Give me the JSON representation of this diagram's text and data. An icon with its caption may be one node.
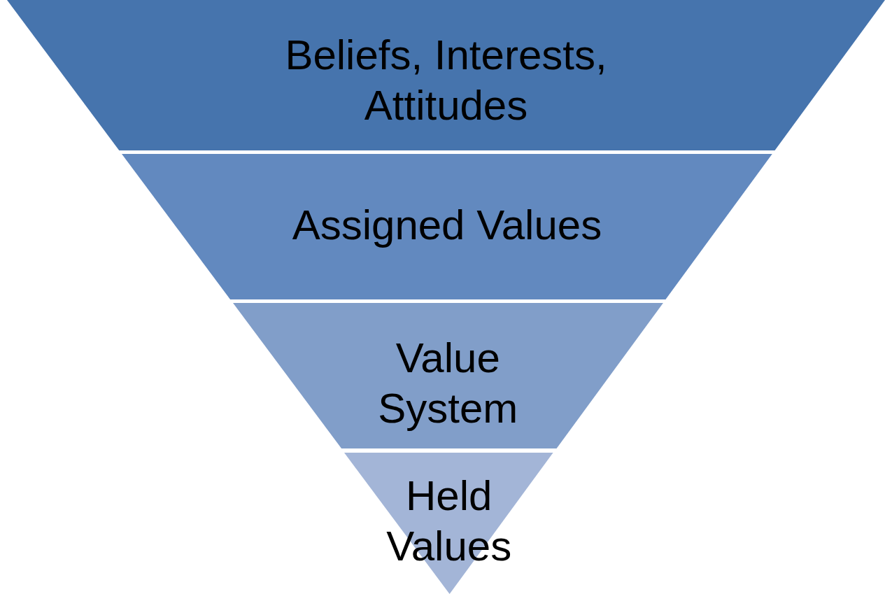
{
  "diagram": {
    "nodes": [
      {
        "text": [
          "Beliefs, Interests, Attitudes"
        ]
      },
      {
        "text": [
          "Assigned Values"
        ]
      },
      {
        "text": [
          "Value System"
        ]
      },
      {
        "text": [
          "Held Values"
        ]
      }
    ]
  }
}
